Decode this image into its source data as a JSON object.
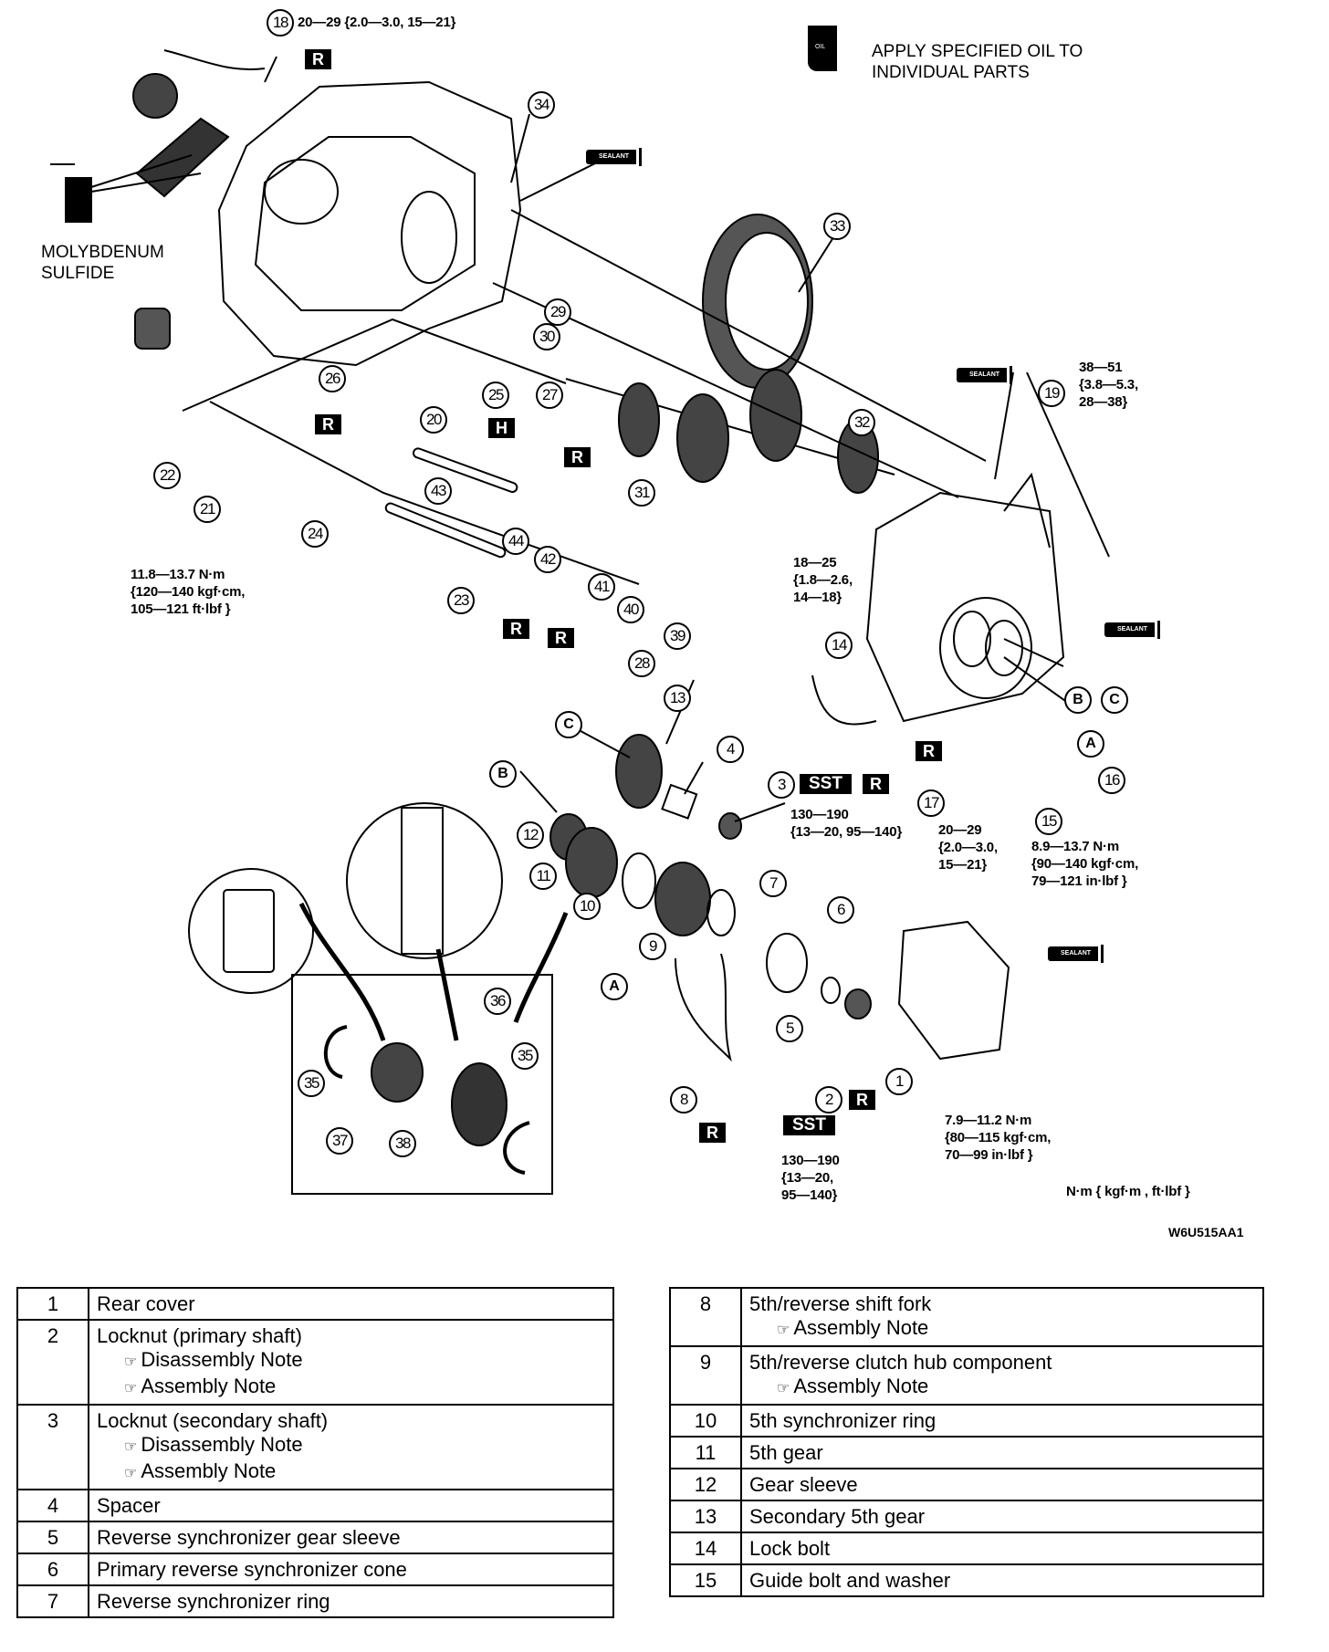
{
  "diagram": {
    "code": "W6U515AA1",
    "units_legend": "N·m { kgf·m , ft·lbf }",
    "oil_note": "APPLY SPECIFIED OIL TO\nINDIVIDUAL PARTS",
    "oil_icon_label": "OIL",
    "grease_note": "MOLYBDENUM\nSULFIDE",
    "sealant_label": "SEALANT",
    "badges": {
      "replace": "R",
      "sst": "SST",
      "hint": "H"
    },
    "torques": {
      "t18": "20—29 {2.0—3.0, 15—21}",
      "t19": "38—51\n{3.8—5.3,\n28—38}",
      "t_lower_left": "11.8—13.7 N·m\n{120—140 kgf·cm,\n105—121 ft·lbf }",
      "t14": "18—25\n{1.8—2.6,\n14—18}",
      "t3": "130—190\n{13—20, 95—140}",
      "t17": "20—29\n{2.0—3.0,\n15—21}",
      "t15": "8.9—13.7 N·m\n{90—140 kgf·cm,\n79—121 in·lbf }",
      "t1": "7.9—11.2 N·m\n{80—115 kgf·cm,\n70—99 in·lbf }",
      "t2": "130—190\n{13—20,\n95—140}"
    },
    "callouts": [
      "1",
      "2",
      "3",
      "4",
      "5",
      "6",
      "7",
      "8",
      "9",
      "10",
      "11",
      "12",
      "13",
      "14",
      "15",
      "16",
      "17",
      "18",
      "19",
      "20",
      "21",
      "22",
      "23",
      "24",
      "25",
      "26",
      "27",
      "28",
      "29",
      "30",
      "31",
      "32",
      "33",
      "34",
      "35",
      "35",
      "36",
      "37",
      "38",
      "39",
      "40",
      "41",
      "42",
      "43",
      "44"
    ],
    "letters": [
      "A",
      "B",
      "C",
      "A",
      "B",
      "C"
    ]
  },
  "parts_table_left": [
    {
      "num": "1",
      "name": "Rear cover",
      "notes": []
    },
    {
      "num": "2",
      "name": "Locknut (primary shaft)",
      "notes": [
        "Disassembly Note",
        "Assembly Note"
      ]
    },
    {
      "num": "3",
      "name": "Locknut (secondary shaft)",
      "notes": [
        "Disassembly Note",
        "Assembly Note"
      ]
    },
    {
      "num": "4",
      "name": "Spacer",
      "notes": []
    },
    {
      "num": "5",
      "name": "Reverse synchronizer gear sleeve",
      "notes": []
    },
    {
      "num": "6",
      "name": "Primary reverse synchronizer cone",
      "notes": []
    },
    {
      "num": "7",
      "name": "Reverse synchronizer ring",
      "notes": []
    }
  ],
  "parts_table_right": [
    {
      "num": "8",
      "name": "5th/reverse shift fork",
      "notes": [
        "Assembly Note"
      ]
    },
    {
      "num": "9",
      "name": "5th/reverse clutch hub component",
      "notes": [
        "Assembly Note"
      ]
    },
    {
      "num": "10",
      "name": "5th synchronizer ring",
      "notes": []
    },
    {
      "num": "11",
      "name": "5th gear",
      "notes": []
    },
    {
      "num": "12",
      "name": "Gear sleeve",
      "notes": []
    },
    {
      "num": "13",
      "name": "Secondary 5th gear",
      "notes": []
    },
    {
      "num": "14",
      "name": "Lock bolt",
      "notes": []
    },
    {
      "num": "15",
      "name": "Guide bolt and washer",
      "notes": []
    }
  ],
  "note_icon": "☞"
}
